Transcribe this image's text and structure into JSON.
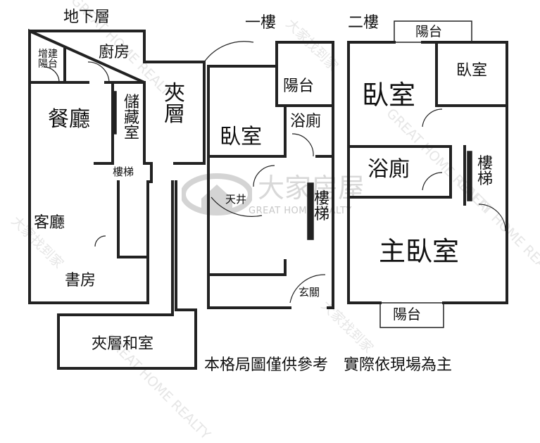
{
  "floors": {
    "basement": {
      "title": "地下層",
      "rooms": {
        "annex_balcony": "增建陽台",
        "kitchen": "廚房",
        "dining": "餐廳",
        "storage": "儲藏室",
        "stairs": "樓梯",
        "living": "客廳",
        "study": "書房",
        "mezzanine": "夾層",
        "mezz_japanese": "夾層和室"
      }
    },
    "first": {
      "title": "一樓",
      "rooms": {
        "balcony": "陽台",
        "bedroom": "臥室",
        "bathroom": "浴廁",
        "atrium": "天井",
        "stairs": "樓梯",
        "entrance": "玄關"
      }
    },
    "second": {
      "title": "二樓",
      "rooms": {
        "balcony_top": "陽台",
        "bedroom_large": "臥室",
        "bedroom_small": "臥室",
        "bathroom": "浴廁",
        "stairs": "樓梯",
        "master_bedroom": "主臥室",
        "balcony_bottom": "陽台"
      }
    }
  },
  "disclaimer": "本格局圖僅供參考　實際依現場為主",
  "logo": {
    "name_cn": "大家房屋",
    "name_en": "GREAT HOME REALTY"
  },
  "watermark": {
    "text_cn": "大家找到家",
    "text_en": "GREAT HOME REALTY"
  },
  "colors": {
    "wall": "#222222",
    "watermark": "#e6e6e6",
    "logo": "#d8d8d8"
  }
}
